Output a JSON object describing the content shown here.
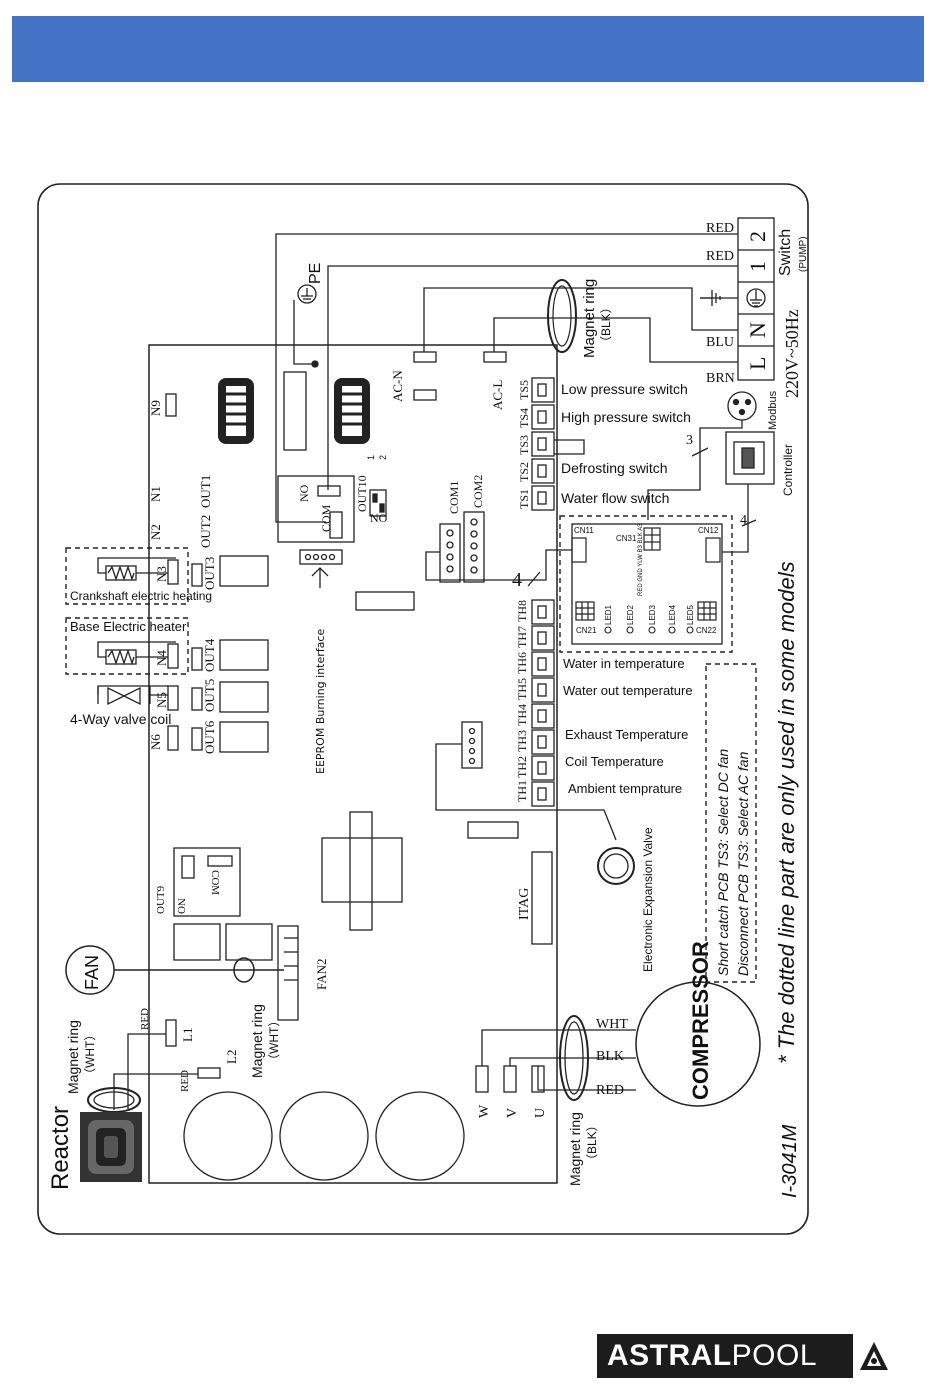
{
  "brand": {
    "name_bold": "ASTRAL",
    "name_light": "POOL",
    "mark_icon": "astralpool-triangle-icon"
  },
  "labels": {
    "pe": "PE",
    "ac_n": "AC-N",
    "ac_l": "AC-L",
    "magnet_ring_blk": "Magnet ring",
    "blk_paren": "（BLK）",
    "red": "RED",
    "blu": "BLU",
    "brn": "BRN",
    "term_1": "1",
    "term_2": "2",
    "term_l": "L",
    "term_n": "N",
    "switch": "Switch",
    "pump": "(PUMP)",
    "supply": "220V~50Hz",
    "modbus": "Modbus",
    "controller": "Controller",
    "wire_3": "3",
    "wire_4a": "4",
    "wire_4b": "4",
    "low_pressure": "Low pressure switch",
    "high_pressure": "High pressure switch",
    "defrosting": "Defrosting switch",
    "water_flow": "Water flow switch",
    "ts5": "TS5",
    "ts4": "TS4",
    "ts3": "TS3",
    "ts2": "TS2",
    "ts1": "TS1",
    "th8": "TH8",
    "th7": "TH7",
    "th6": "TH6",
    "th5": "TH5",
    "th4": "TH4",
    "th3": "TH3",
    "th2": "TH2",
    "th1": "TH1",
    "water_in": "Water in temperature",
    "water_out": "Water out temperature",
    "exhaust": "Exhaust Temperature",
    "coil": "Coil Temperature",
    "ambient": "Ambient temprature",
    "eev": "Electronic Expansion Valve",
    "com1": "COM1",
    "com2": "COM2",
    "out10": "OUT10",
    "no": "NO",
    "com": "COM",
    "dip_1": "1",
    "dip_2": "2",
    "n9": "N9",
    "n1": "N1",
    "n2": "N2",
    "n3": "N3",
    "n4": "N4",
    "n5": "N5",
    "n6": "N6",
    "out1": "OUT1",
    "out2": "OUT2",
    "out3": "OUT3",
    "out4": "OUT4",
    "out5": "OUT5",
    "out6": "OUT6",
    "out9": "OUT9",
    "crankshaft": "Crankshaft electric heating",
    "base_heater": "Base Electric heater",
    "four_way": "4-Way valve coil",
    "eeprom": "EEPROM Burning interface",
    "cn11": "CN11",
    "cn12": "CN12",
    "cn31": "CN31",
    "cn21": "CN21",
    "cn22": "CN22",
    "led1": "LED1",
    "led2": "LED2",
    "led3": "LED3",
    "led4": "LED4",
    "led5": "LED5",
    "cn31_pins": "RED GND YLW B3 BLK A3",
    "note_1": "Short catch PCB  TS3: Select DC fan",
    "note_2": "Disconnect PCB TS3: Select AC fan",
    "dotted_note": "* The dotted line part are only used in some models",
    "model": "I-3041M",
    "reactor": "Reactor",
    "fan": "FAN",
    "fan2": "FAN2",
    "magnet_ring_wht": "Magnet ring",
    "wht_paren": "（WHT）",
    "l1": "L1",
    "l2": "L2",
    "itag": "ITAG",
    "compressor": "COMPRESSOR",
    "wht": "WHT",
    "blk": "BLK",
    "w": "W",
    "v": "V",
    "u": "U"
  }
}
